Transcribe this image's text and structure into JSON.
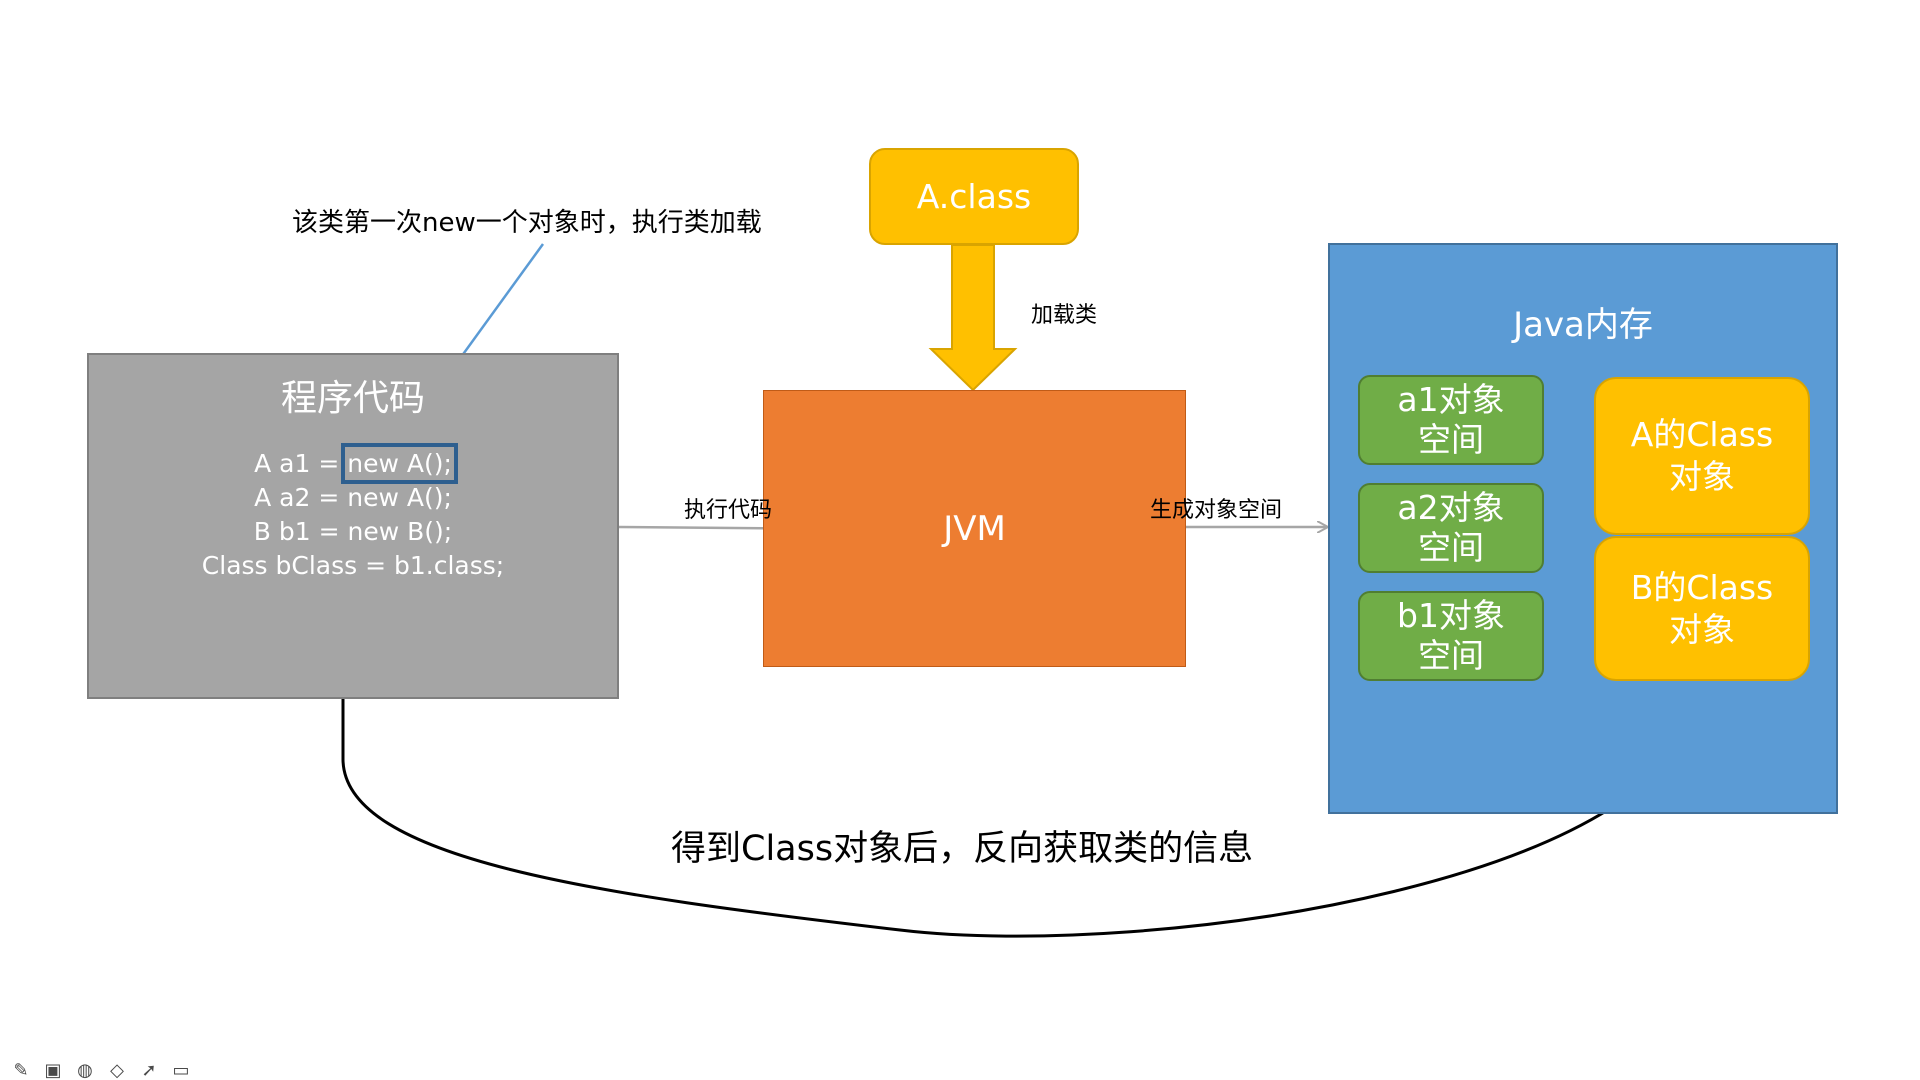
{
  "code_box": {
    "title": "程序代码",
    "lines": [
      "A a1 = ",
      "new A();",
      "A a2 = new A();",
      "B b1 = new B();",
      "Class bClass = b1.class;"
    ]
  },
  "annotation_top": "该类第一次new一个对象时，执行类加载",
  "aclass": {
    "label": "A.class"
  },
  "load_label": "加载类",
  "jvm": {
    "label": "JVM"
  },
  "exec_label": "执行代码",
  "gen_label": "生成对象空间",
  "memory": {
    "title": "Java内存",
    "objects": [
      {
        "line1": "a1对象",
        "line2": "空间"
      },
      {
        "line1": "a2对象",
        "line2": "空间"
      },
      {
        "line1": "b1对象",
        "line2": "空间"
      }
    ],
    "classes": [
      {
        "line1": "A的Class",
        "line2": "对象"
      },
      {
        "line1": "B的Class",
        "line2": "对象"
      }
    ]
  },
  "bottom_label": "得到Class对象后，反向获取类的信息",
  "colors": {
    "code_box": "#a5a5a5",
    "jvm": "#ed7d31",
    "aclass": "#ffc000",
    "memory": "#5b9bd5",
    "object": "#70ad47",
    "class_object": "#ffc000",
    "annotation_arrow": "#5b9bd5",
    "flow_arrow": "#a6a6a6"
  },
  "toolbar_icons": [
    "pencil-icon",
    "window-icon",
    "palette-icon",
    "eraser-icon",
    "pointer-icon",
    "screen-icon"
  ]
}
